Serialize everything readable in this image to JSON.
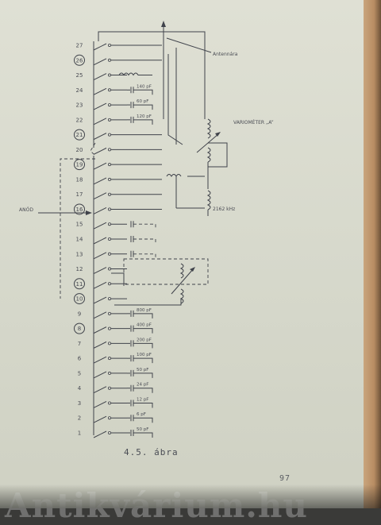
{
  "figure": {
    "caption": "4.5. ábra",
    "page_number": "97",
    "watermark": "Antikvárium.hu",
    "labels": {
      "antenna": "Antennára",
      "variometer": "VARIOMÉTER „A”",
      "anode": "ANÓD",
      "frequency": "2162 kHz"
    },
    "positions": [
      {
        "n": "27",
        "circled": false
      },
      {
        "n": "26",
        "circled": true
      },
      {
        "n": "25",
        "circled": false
      },
      {
        "n": "24",
        "circled": false
      },
      {
        "n": "23",
        "circled": false
      },
      {
        "n": "22",
        "circled": false
      },
      {
        "n": "21",
        "circled": true
      },
      {
        "n": "20",
        "circled": false
      },
      {
        "n": "19",
        "circled": true
      },
      {
        "n": "18",
        "circled": false
      },
      {
        "n": "17",
        "circled": false
      },
      {
        "n": "16",
        "circled": true
      },
      {
        "n": "15",
        "circled": false
      },
      {
        "n": "14",
        "circled": false
      },
      {
        "n": "13",
        "circled": false
      },
      {
        "n": "12",
        "circled": false
      },
      {
        "n": "11",
        "circled": true
      },
      {
        "n": "10",
        "circled": true
      },
      {
        "n": "9",
        "circled": false
      },
      {
        "n": "8",
        "circled": true
      },
      {
        "n": "7",
        "circled": false
      },
      {
        "n": "6",
        "circled": false
      },
      {
        "n": "5",
        "circled": false
      },
      {
        "n": "4",
        "circled": false
      },
      {
        "n": "3",
        "circled": false
      },
      {
        "n": "2",
        "circled": false
      },
      {
        "n": "1",
        "circled": false
      }
    ],
    "capacitor_values": {
      "24": "140 pF",
      "23": "60 pF",
      "22": "120 pF",
      "9": "800 pF",
      "8": "400 pF",
      "7": "200 pF",
      "6": "100 pF",
      "5": "50 pF",
      "4": "24 pF",
      "3": "12 pF",
      "2": "6 pF",
      "1": "50 pF"
    },
    "colors": {
      "ink": "#40434b",
      "paper": "#dcddd1"
    }
  }
}
